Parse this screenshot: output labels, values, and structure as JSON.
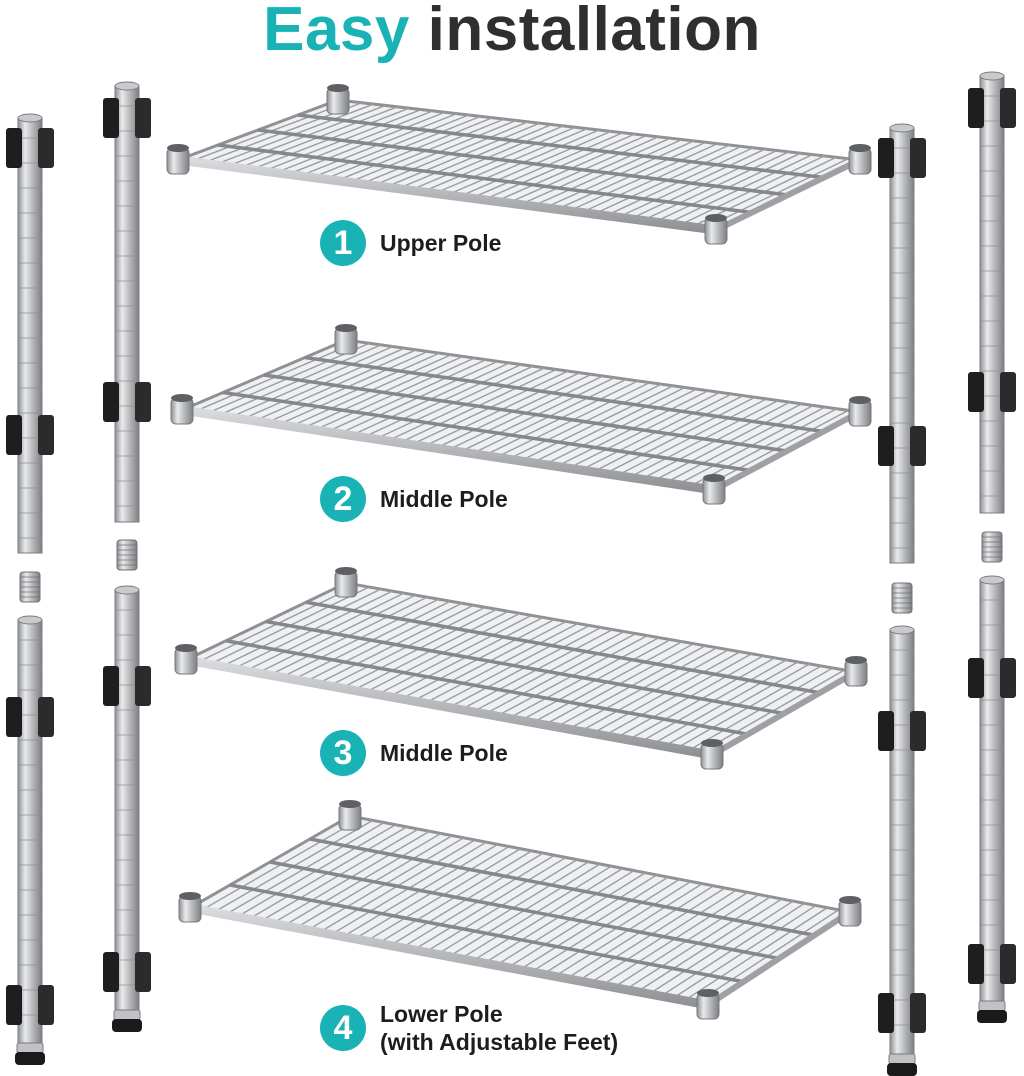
{
  "title": {
    "word1": "Easy",
    "word2": "installation"
  },
  "colors": {
    "accent": "#1ab3b5",
    "text": "#2f2f2f",
    "metal": "#b4b6b9",
    "clip": "#1e1e1e"
  },
  "steps": [
    {
      "number": "1",
      "line1": "Upper Pole",
      "line2": ""
    },
    {
      "number": "2",
      "line1": "Middle Pole",
      "line2": ""
    },
    {
      "number": "3",
      "line1": "Middle Pole",
      "line2": ""
    },
    {
      "number": "4",
      "line1": "Lower Pole",
      "line2": "(with Adjustable Feet)"
    }
  ]
}
